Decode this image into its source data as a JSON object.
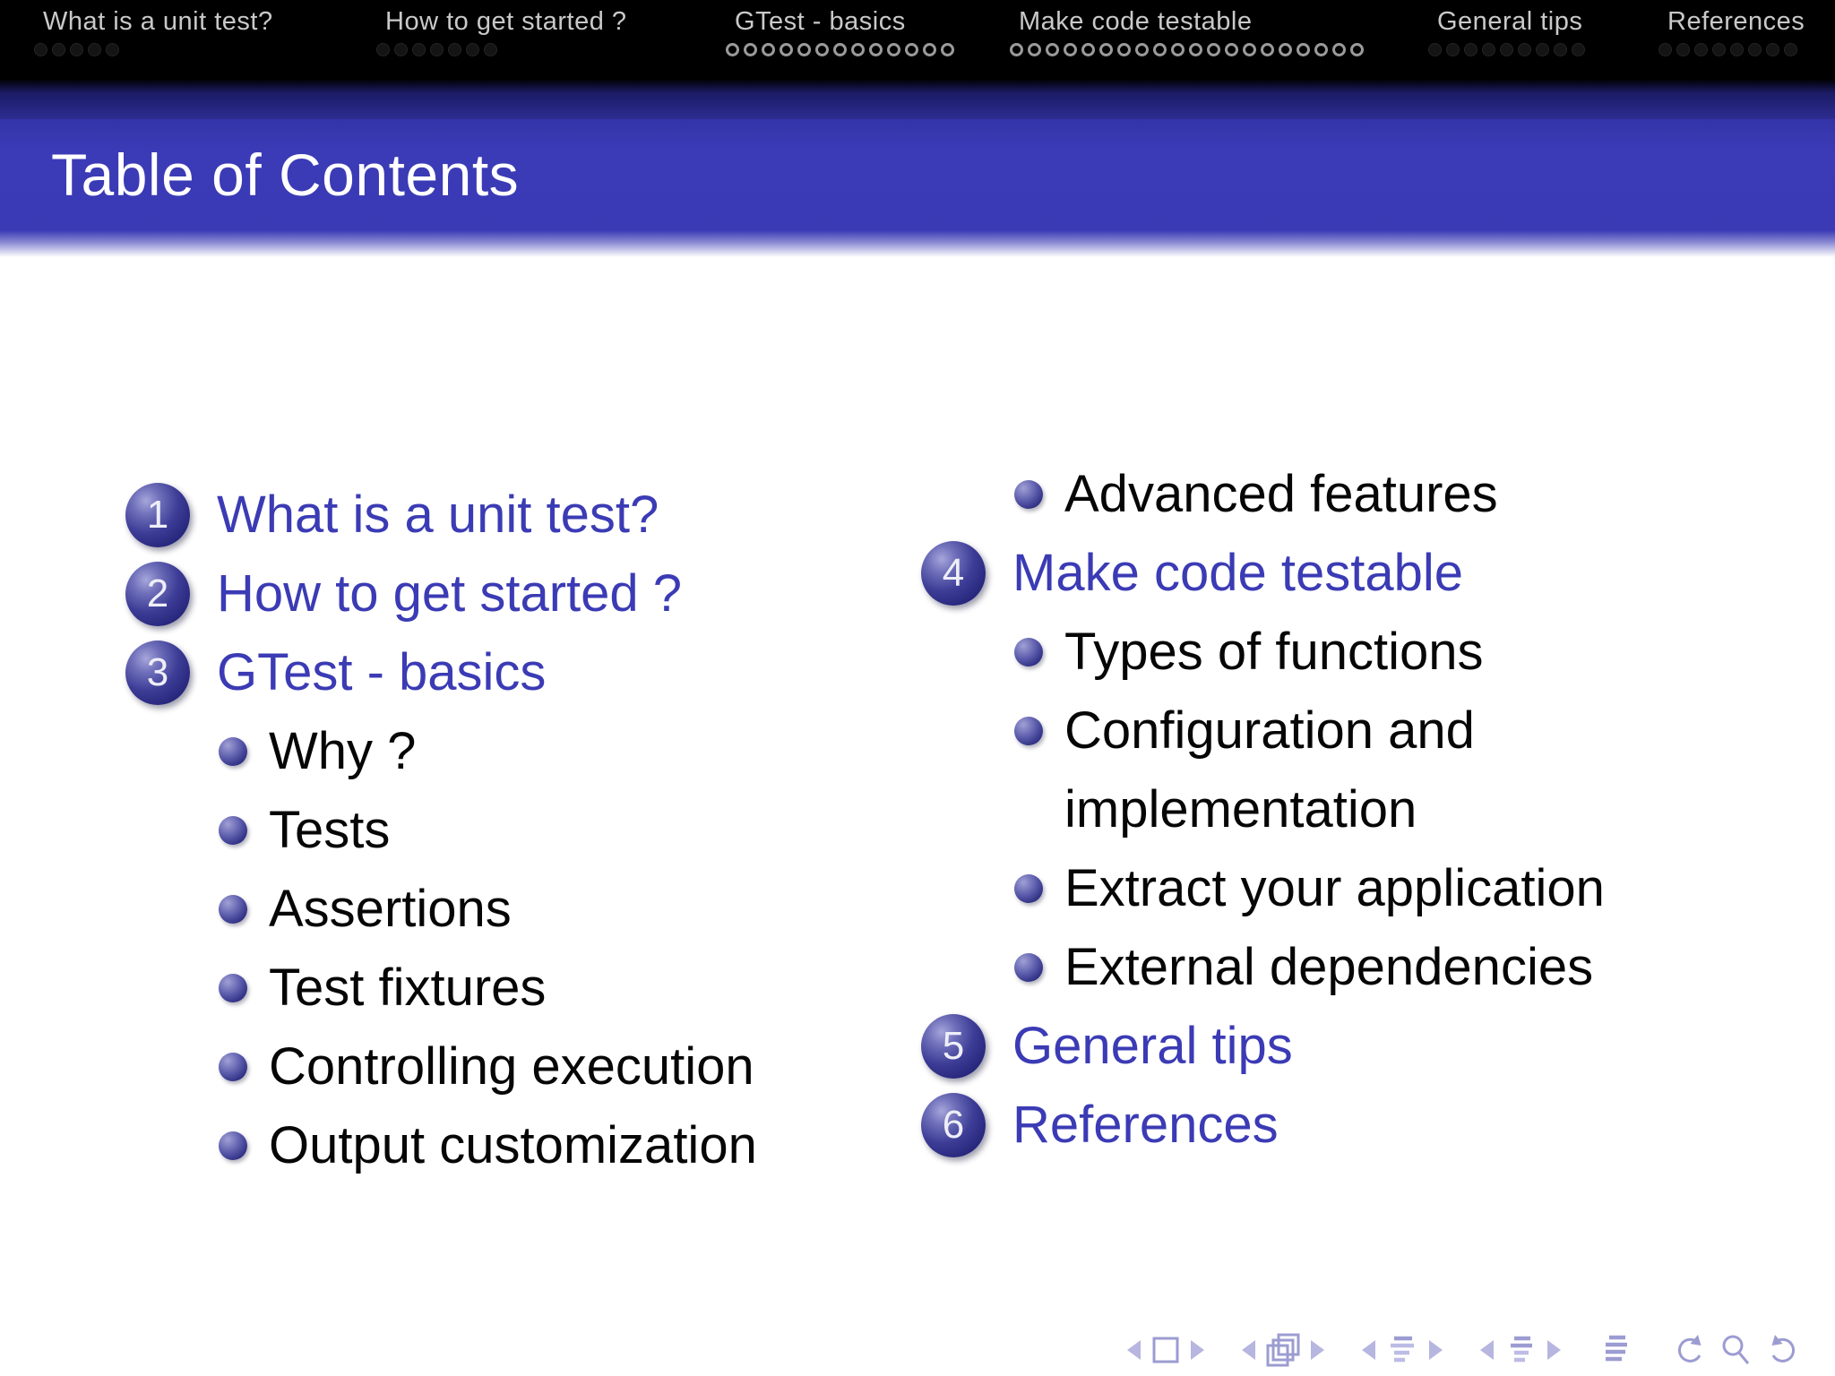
{
  "slide": {
    "kind": "beamer-presentation-slide",
    "background": "#ffffff"
  },
  "header": {
    "sections": [
      {
        "label": "What is a unit test?",
        "dots": 5,
        "state": "dim"
      },
      {
        "label": "How to get started ?",
        "dots": 7,
        "state": "dim"
      },
      {
        "label": "GTest - basics",
        "dots": 13,
        "state": "lit"
      },
      {
        "label": "Make code testable",
        "dots": 20,
        "state": "lit"
      },
      {
        "label": "General tips",
        "dots": 9,
        "state": "dim"
      },
      {
        "label": "References",
        "dots": 8,
        "state": "dim"
      }
    ]
  },
  "title_bar": {
    "title": "Table of Contents"
  },
  "toc": {
    "left": [
      {
        "type": "section",
        "number": "1",
        "label": "What is a unit test?"
      },
      {
        "type": "section",
        "number": "2",
        "label": "How to get started ?"
      },
      {
        "type": "section",
        "number": "3",
        "label": "GTest - basics"
      },
      {
        "type": "subsection",
        "label": "Why ?"
      },
      {
        "type": "subsection",
        "label": "Tests"
      },
      {
        "type": "subsection",
        "label": "Assertions"
      },
      {
        "type": "subsection",
        "label": "Test fixtures"
      },
      {
        "type": "subsection",
        "label": "Controlling execution"
      },
      {
        "type": "subsection",
        "label": "Output customization"
      }
    ],
    "right": [
      {
        "type": "subsection",
        "label": "Advanced features"
      },
      {
        "type": "section",
        "number": "4",
        "label": "Make code testable"
      },
      {
        "type": "subsection",
        "label": "Types of functions"
      },
      {
        "type": "subsection",
        "label": "Configuration and\nimplementation"
      },
      {
        "type": "subsection",
        "label": "Extract your application"
      },
      {
        "type": "subsection",
        "label": "External dependencies"
      },
      {
        "type": "section",
        "number": "5",
        "label": "General tips"
      },
      {
        "type": "section",
        "number": "6",
        "label": "References"
      }
    ]
  },
  "nav_symbols": {
    "items": [
      "prev-slide-arrow",
      "slide-icon",
      "next-slide-arrow",
      "prev-frame-arrow",
      "frames-icon",
      "next-frame-arrow",
      "prev-subsection-arrow",
      "subsection-list-icon",
      "next-subsection-arrow",
      "prev-section-arrow",
      "section-list-icon",
      "next-section-arrow",
      "document-outline-icon",
      "back-icon",
      "search-icon",
      "forward-icon"
    ]
  },
  "colors": {
    "header_bg": "#000000",
    "header_text": "#c9c9c9",
    "dot_outline": "#9a9a9a",
    "band_dark": "#2d2d92",
    "band_main": "#3a3ab5",
    "title_text": "#ffffff",
    "link_blue": "#3b3bb5",
    "body_text": "#060606",
    "ball_dark": "#191958",
    "ball_light": "#a6a6dc",
    "nav_symbols": "#9c9cd2"
  }
}
